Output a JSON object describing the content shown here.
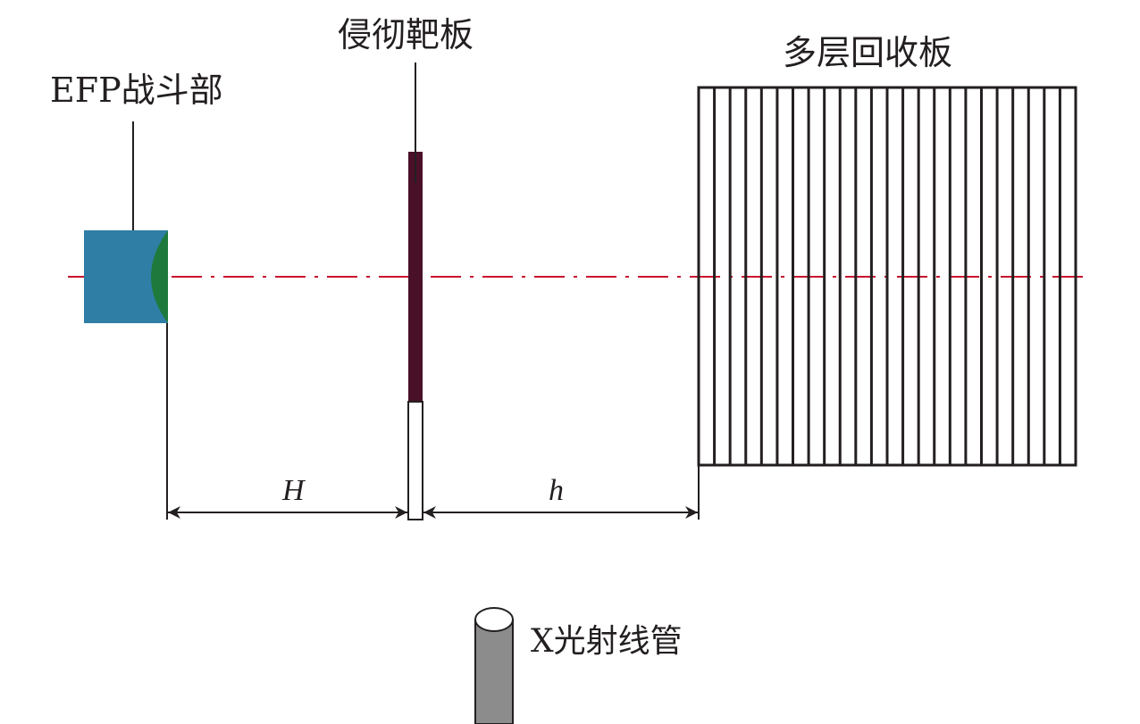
{
  "labels": {
    "warhead": "EFP战斗部",
    "target_plate": "侵彻靶板",
    "recovery_plates": "多层回收板",
    "xray_tube": "X光射线管"
  },
  "dimensions": {
    "standoff": "H",
    "gap": "h"
  },
  "colors": {
    "warhead_body": "#2f7ea6",
    "liner": "#1e7a3c",
    "target_plate": "#4a1028",
    "axis": "#c8102e",
    "line": "#231f20",
    "tube_body": "#8c8c8c"
  },
  "recovery_plates": {
    "count": 24
  }
}
